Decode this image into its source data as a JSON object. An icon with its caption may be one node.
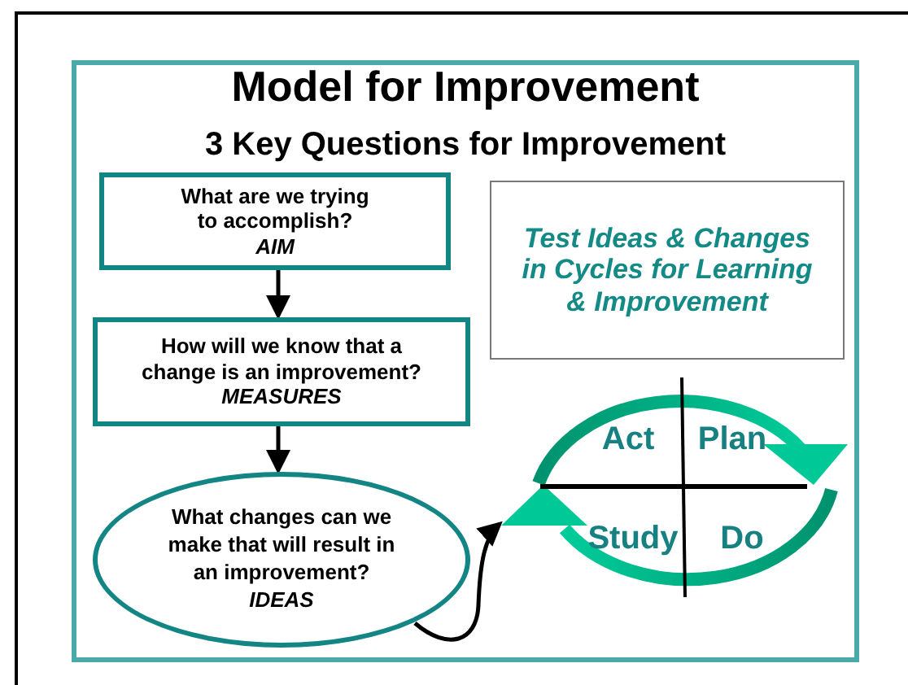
{
  "diagram": {
    "title": "Model for Improvement",
    "nodes": [
      {
        "text": [
          "What are we trying to accomplish?",
          "AIM"
        ]
      },
      {
        "text": [
          "How will we know that a change is an improvement?",
          "MEASURES"
        ]
      },
      {
        "text": [
          "What changes can we make that will result in an improvement?",
          "IDEAS"
        ]
      },
      {
        "text": [
          "Test Ideas & Changes in Cycles for Learning & Improvement"
        ]
      },
      {
        "text": [
          "Act",
          "Plan",
          "Study",
          "Do"
        ]
      }
    ],
    "edges": [
      {
        "from": 0,
        "to": 1,
        "arrow": "to"
      },
      {
        "from": 1,
        "to": 2,
        "arrow": "to"
      },
      {
        "from": 2,
        "to": 4,
        "arrow": "to"
      }
    ],
    "labels": [
      "3 Key Questions for Improvement"
    ]
  }
}
